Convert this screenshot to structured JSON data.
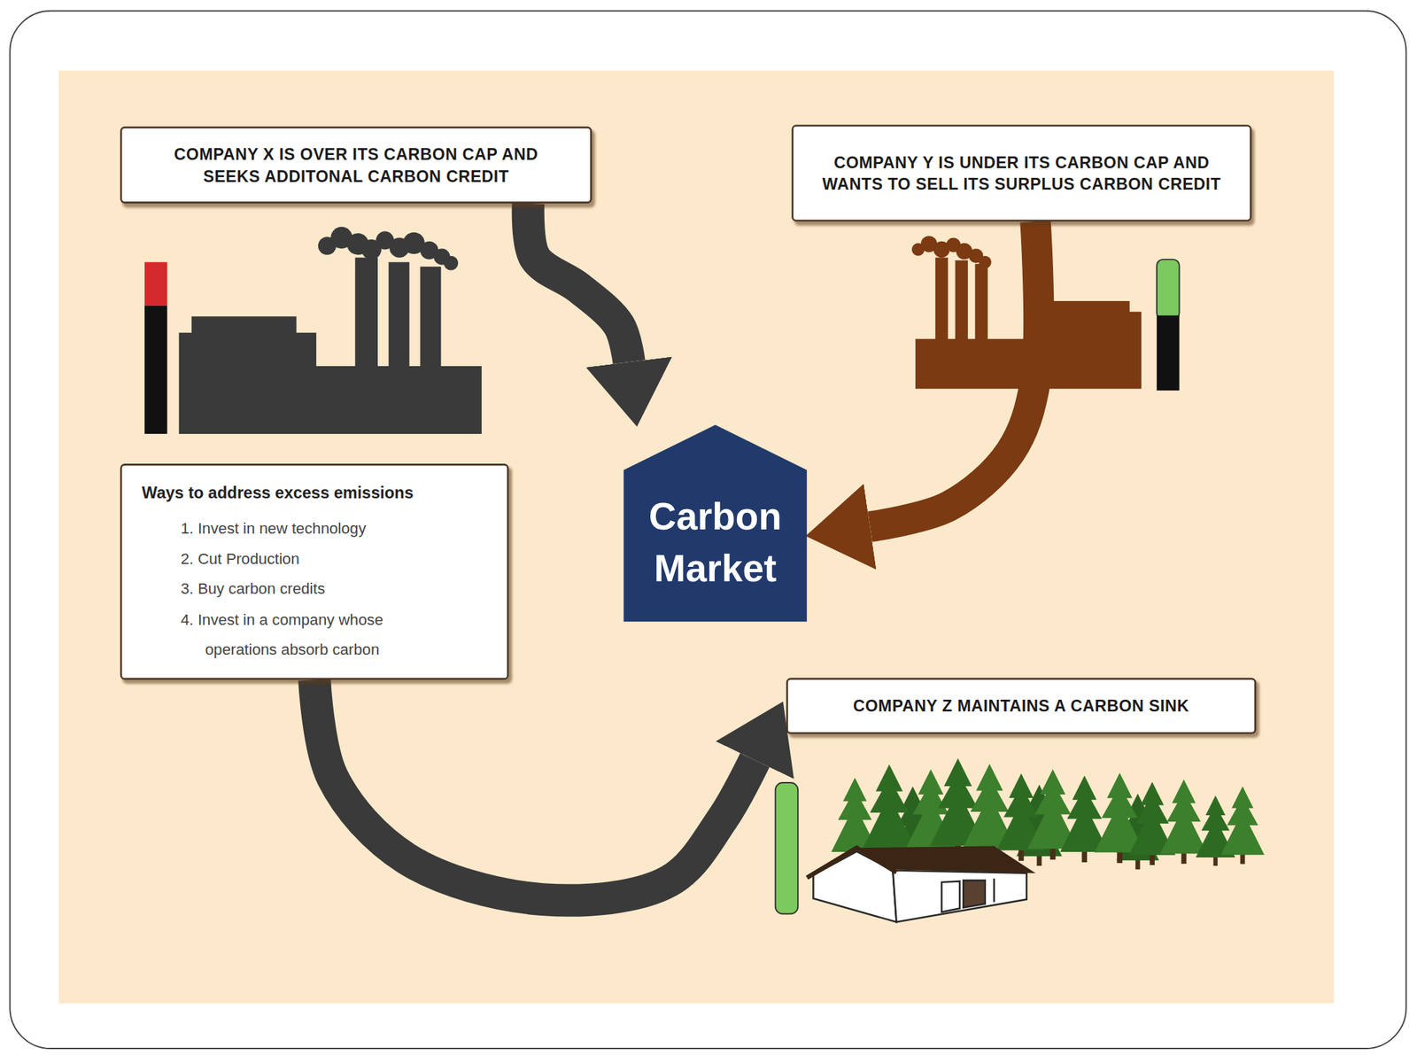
{
  "diagram": {
    "nodes": [
      {
        "text": [
          "COMPANY X IS OVER ITS CARBON CAP AND SEEKS ADDITONAL CARBON CREDIT"
        ]
      },
      {
        "text": [
          "COMPANY Y IS UNDER ITS CARBON CAP AND WANTS TO SELL ITS SURPLUS CARBON CREDIT"
        ]
      },
      {
        "text": [
          "Ways to address excess emissions",
          "1. Invest in new technology",
          "2. Cut Production",
          "3. Buy carbon credits",
          "4. Invest in a company whose operations absorb carbon"
        ]
      },
      {
        "text": [
          "Carbon Market"
        ]
      },
      {
        "text": [
          "COMPANY Z MAINTAINS A CARBON SINK"
        ]
      }
    ],
    "edges": [
      {
        "from": 0,
        "to": 3,
        "arrow": "to"
      },
      {
        "from": 1,
        "to": 3,
        "arrow": "to"
      },
      {
        "from": 2,
        "to": 4,
        "arrow": "to"
      }
    ]
  }
}
